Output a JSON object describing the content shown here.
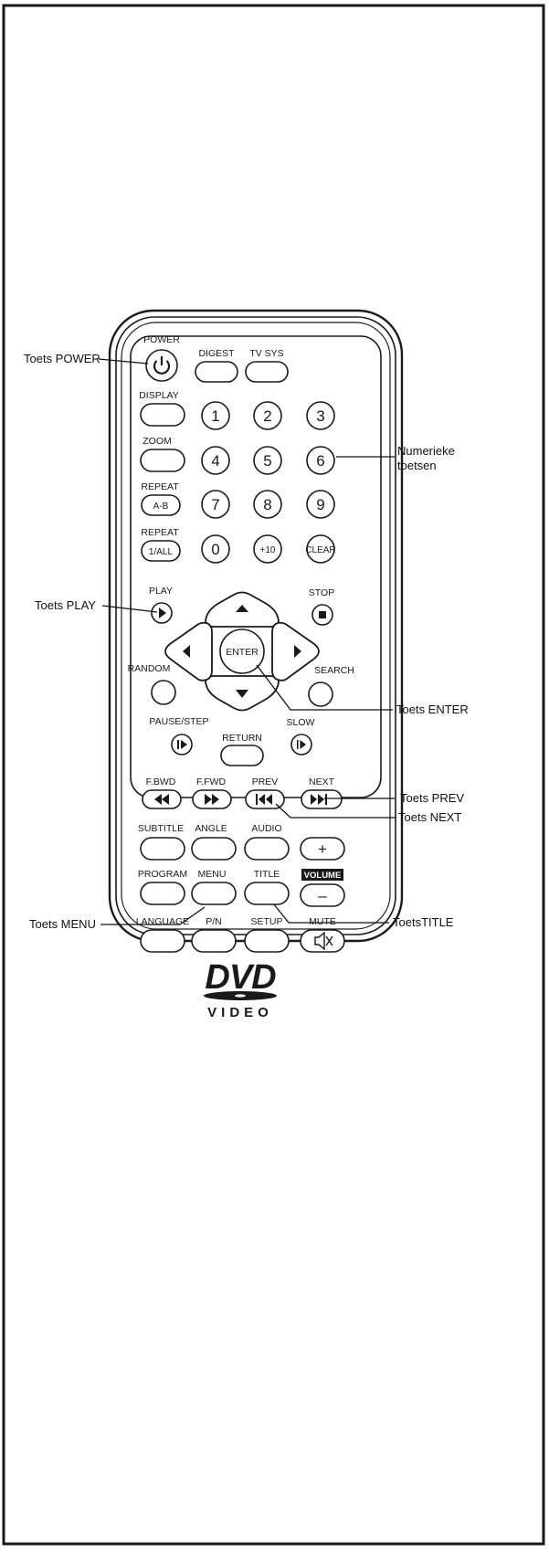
{
  "remote": {
    "top_buttons": {
      "power": "POWER",
      "digest": "DIGEST",
      "tv_sys": "TV SYS"
    },
    "left_column": {
      "display": "DISPLAY",
      "zoom": "ZOOM",
      "repeat_ab_label": "REPEAT",
      "repeat_ab_key": "A-B",
      "repeat_all_label": "REPEAT",
      "repeat_all_key": "1/ALL"
    },
    "numeric_keys": [
      "1",
      "2",
      "3",
      "4",
      "5",
      "6",
      "7",
      "8",
      "9",
      "0",
      "+10",
      "CLEAR"
    ],
    "navigation": {
      "play": "PLAY",
      "stop": "STOP",
      "enter": "ENTER",
      "random": "RANDOM",
      "search": "SEARCH",
      "pause_step": "PAUSE/STEP",
      "return": "RETURN",
      "slow": "SLOW"
    },
    "transport": {
      "fbwd": "F.BWD",
      "ffwd": "F.FWD",
      "prev": "PREV",
      "next": "NEXT"
    },
    "function_rows": {
      "subtitle": "SUBTITLE",
      "angle": "ANGLE",
      "audio": "AUDIO",
      "volume_up": "+",
      "program": "PROGRAM",
      "menu": "MENU",
      "title": "TITLE",
      "volume": "VOLUME",
      "volume_down": "–",
      "language": "LANGUAGE",
      "pn": "P/N",
      "setup": "SETUP",
      "mute": "MUTE"
    },
    "logo": {
      "dvd": "DVD",
      "video": "VIDEO"
    }
  },
  "callouts": {
    "power": "Toets POWER",
    "numeric_line1": "Numerieke",
    "numeric_line2": "toetsen",
    "play": "Toets PLAY",
    "enter": "Toets ENTER",
    "prev": "Toets PREV",
    "next": "Toets NEXT",
    "menu": "Toets MENU",
    "title": "ToetsTITLE"
  }
}
